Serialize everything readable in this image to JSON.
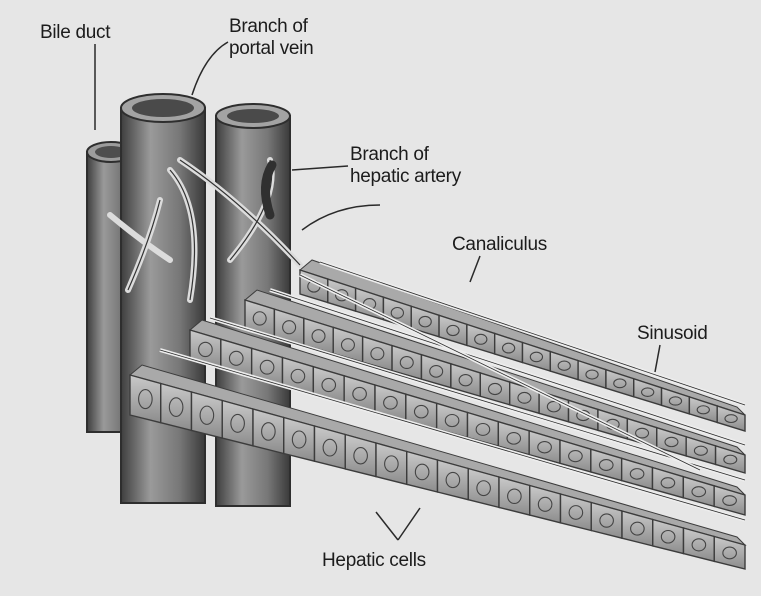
{
  "labels": {
    "bile_duct": "Bile duct",
    "portal_vein_line1": "Branch of",
    "portal_vein_line2": "portal vein",
    "hepatic_artery_line1": "Branch of",
    "hepatic_artery_line2": "hepatic artery",
    "canaliculus": "Canaliculus",
    "sinusoid": "Sinusoid",
    "hepatic_cells": "Hepatic cells"
  },
  "colors": {
    "background": "#e6e6e6",
    "tube_fill": "#8c8c8c",
    "tube_dark": "#4a4a4a",
    "cell_fill": "#b9b9b9",
    "cell_stroke": "#3c3c3c",
    "line": "#2a2a2a"
  }
}
